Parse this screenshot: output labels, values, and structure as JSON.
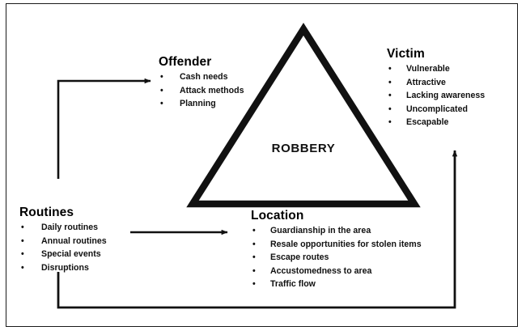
{
  "diagram": {
    "center_label": "ROBBERY",
    "nodes": {
      "offender": {
        "heading": "Offender",
        "items": [
          "Cash needs",
          "Attack methods",
          "Planning"
        ]
      },
      "victim": {
        "heading": "Victim",
        "items": [
          "Vulnerable",
          "Attractive",
          "Lacking awareness",
          "Uncomplicated",
          "Escapable"
        ]
      },
      "location": {
        "heading": "Location",
        "items": [
          "Guardianship in the area",
          "Resale opportunities for stolen items",
          "Escape routes",
          "Accustomedness to area",
          "Traffic flow"
        ]
      },
      "routines": {
        "heading": "Routines",
        "items": [
          "Daily routines",
          "Annual routines",
          "Special events",
          "Disruptions"
        ]
      }
    },
    "bullet_glyph": "•",
    "colors": {
      "ink": "#111111",
      "frame": "#1a1a1a",
      "background": "#ffffff"
    },
    "connectors": [
      {
        "name": "routines-to-offender",
        "from": "routines",
        "to": "offender",
        "style": "elbow-arrow"
      },
      {
        "name": "routines-to-location",
        "from": "routines",
        "to": "location",
        "style": "straight-arrow"
      },
      {
        "name": "routines-to-victim",
        "from": "routines",
        "to": "victim",
        "style": "elbow-arrow"
      }
    ]
  }
}
